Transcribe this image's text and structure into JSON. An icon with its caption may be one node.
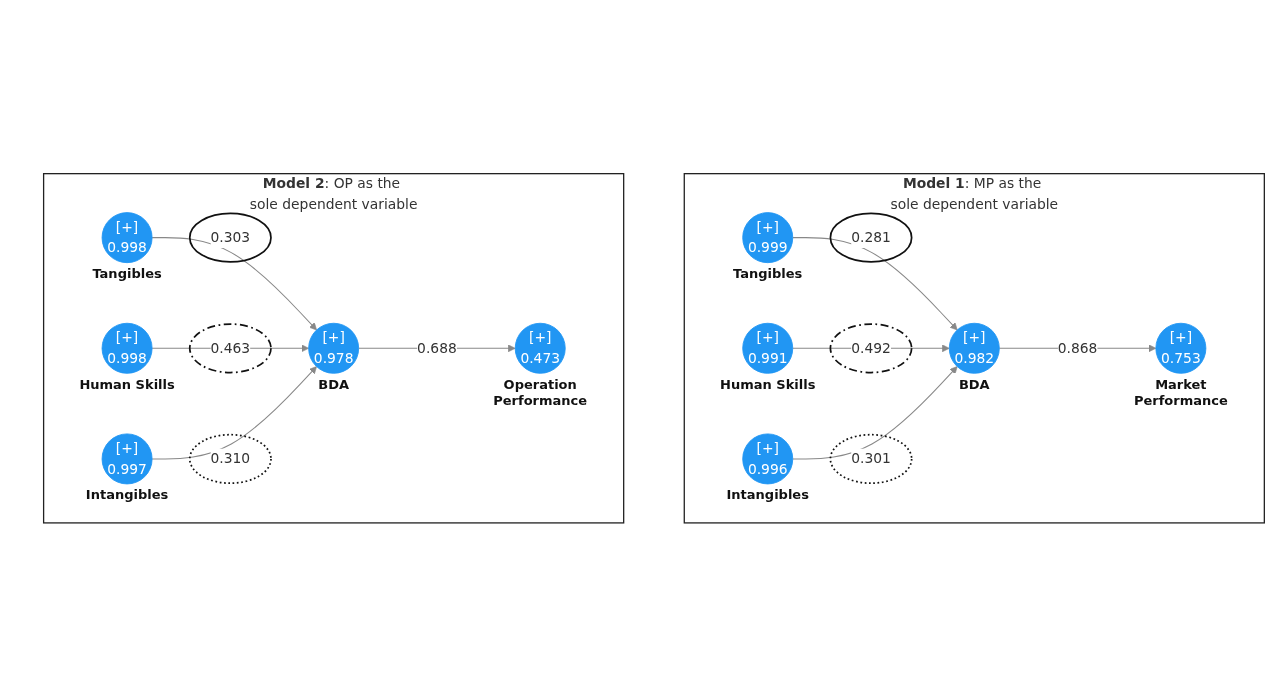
{
  "diagram": {
    "nodes": [
      {
        "text": [
          "**Model 1**: MP as the sole dependent variable"
        ]
      },
      {
        "text": [
          "[+]",
          "0.999"
        ],
        "beside": [
          "Tangibles"
        ],
        "in": 0
      },
      {
        "text": [
          "[+]",
          "0.991"
        ],
        "beside": [
          "Human Skills"
        ],
        "in": 0
      },
      {
        "text": [
          "[+]",
          "0.996"
        ],
        "beside": [
          "Intangibles"
        ],
        "in": 0
      },
      {
        "text": [
          "[+]",
          "0.982"
        ],
        "beside": [
          "BDA"
        ],
        "in": 0
      },
      {
        "text": [
          "[+]",
          "0.753"
        ],
        "beside": [
          "Market Performance"
        ],
        "in": 0
      },
      {
        "text": [
          "**Model 2**: OP as the sole dependent variable"
        ]
      },
      {
        "text": [
          "[+]",
          "0.998"
        ],
        "beside": [
          "Tangibles"
        ],
        "in": 6
      },
      {
        "text": [
          "[+]",
          "0.998"
        ],
        "beside": [
          "Human Skills"
        ],
        "in": 6
      },
      {
        "text": [
          "[+]",
          "0.997"
        ],
        "beside": [
          "Intangibles"
        ],
        "in": 6
      },
      {
        "text": [
          "[+]",
          "0.978"
        ],
        "beside": [
          "BDA"
        ],
        "in": 6
      },
      {
        "text": [
          "[+]",
          "0.473"
        ],
        "beside": [
          "Operation Performance"
        ],
        "in": 6
      }
    ],
    "edges": [
      {
        "from": 1,
        "to": 4,
        "arrow": "to",
        "label": "0.281"
      },
      {
        "from": 2,
        "to": 4,
        "arrow": "to",
        "label": "0.492"
      },
      {
        "from": 3,
        "to": 4,
        "arrow": "to",
        "label": "0.301"
      },
      {
        "from": 4,
        "to": 5,
        "arrow": "to",
        "label": "0.868"
      },
      {
        "from": 7,
        "to": 10,
        "arrow": "to",
        "label": "0.303"
      },
      {
        "from": 8,
        "to": 10,
        "arrow": "to",
        "label": "0.463"
      },
      {
        "from": 9,
        "to": 10,
        "arrow": "to",
        "label": "0.310"
      },
      {
        "from": 10,
        "to": 11,
        "arrow": "to",
        "label": "0.688"
      }
    ]
  }
}
